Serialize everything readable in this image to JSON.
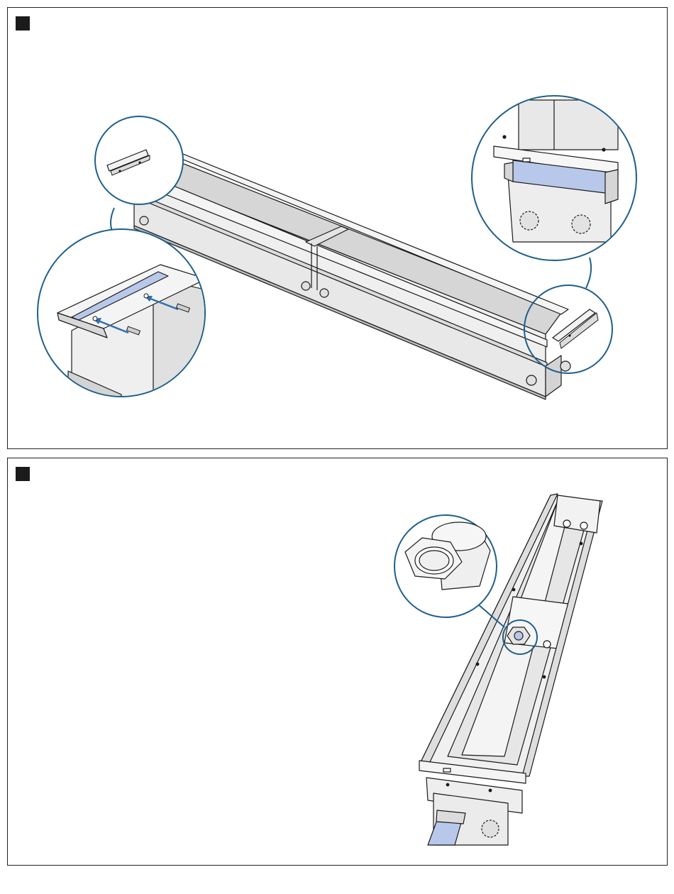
{
  "document": {
    "type": "installation-instructions",
    "steps": [
      {
        "marker": "square",
        "illustration": "two-trench-sections-joined-with-end-brackets-and-screws",
        "callouts": [
          "end-bracket-detail",
          "bracket-screw-detail",
          "bracket-mounted-detail",
          "end-bracket-detail-right"
        ]
      },
      {
        "marker": "square",
        "illustration": "trench-with-conduit-and-bushing",
        "callouts": [
          "conduit-bushing-detail"
        ]
      }
    ]
  },
  "colors": {
    "line": "#1a1a1a",
    "callout_ring": "#1f5f8b",
    "highlight_blue": "#b8c8ea",
    "arrow_blue": "#2f6fb0",
    "metal_light": "#f2f2f2",
    "metal_mid": "#e2e2e2",
    "metal_dark": "#cfcfcf"
  }
}
